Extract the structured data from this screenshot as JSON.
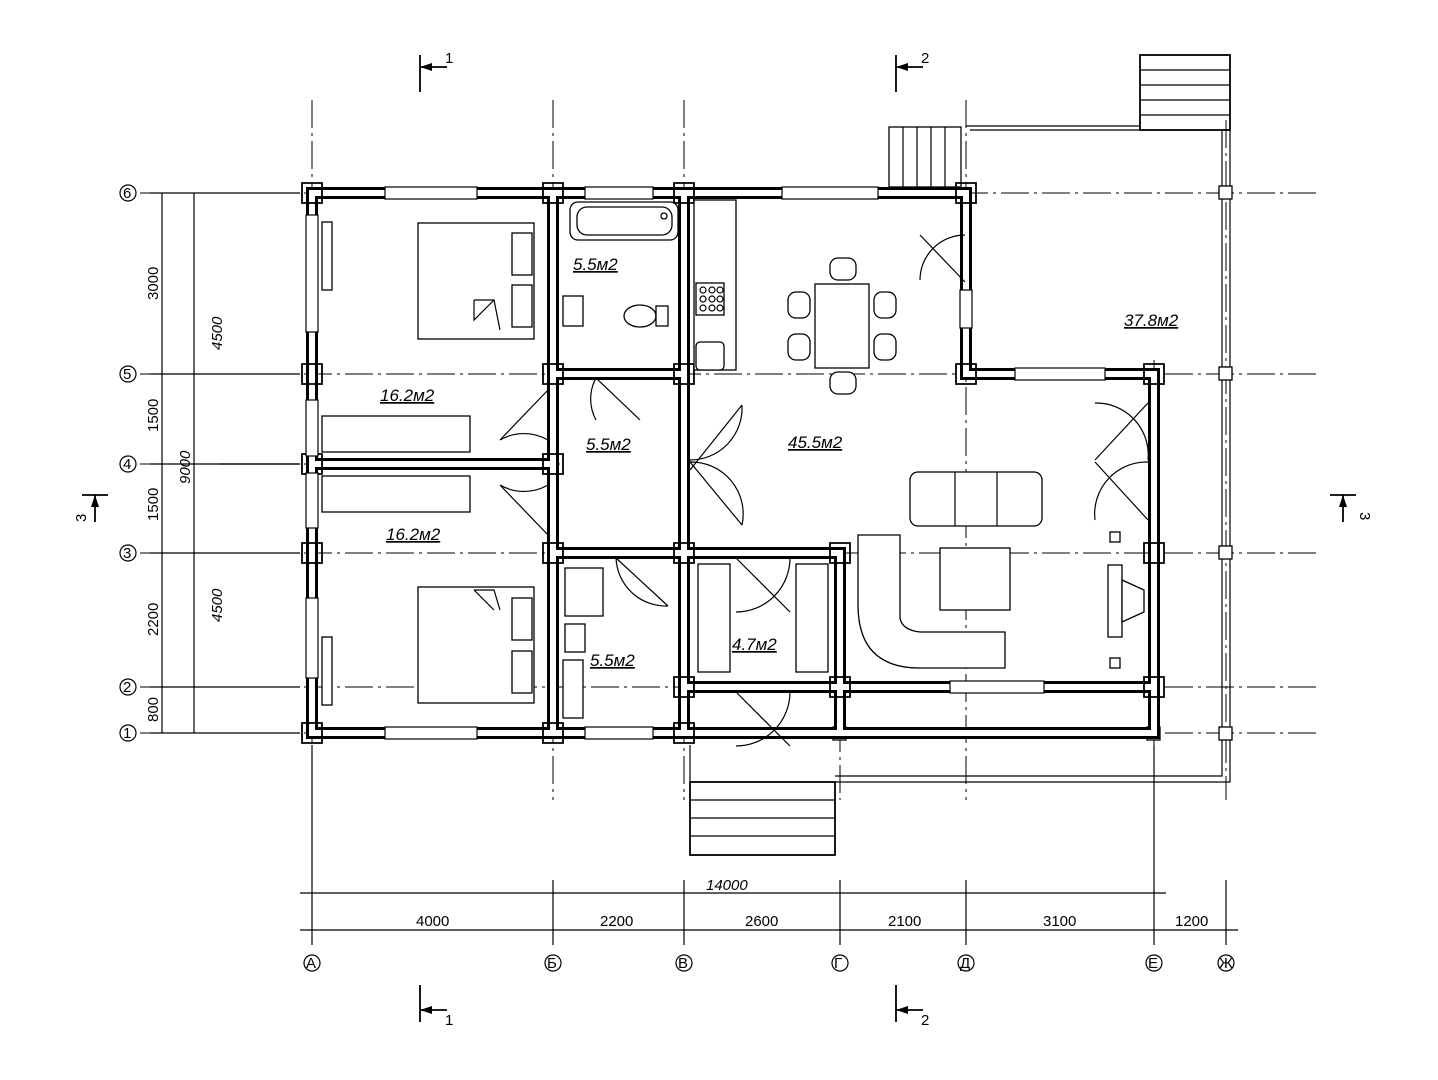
{
  "rooms": [
    {
      "key": "bed_top",
      "area": "16.2м2"
    },
    {
      "key": "bath",
      "area": "5.5м2"
    },
    {
      "key": "living",
      "area": "45.5м2"
    },
    {
      "key": "terrace",
      "area": "37.8м2"
    },
    {
      "key": "hall",
      "area": "5.5м2"
    },
    {
      "key": "bed_bottom",
      "area": "16.2м2"
    },
    {
      "key": "storage",
      "area": "5.5м2"
    },
    {
      "key": "closet",
      "area": "4.7м2"
    }
  ],
  "axes_vertical": [
    "А",
    "Б",
    "В",
    "Г",
    "Д",
    "Е",
    "Ж"
  ],
  "axes_horizontal": [
    "6",
    "5",
    "4",
    "3",
    "2",
    "1"
  ],
  "dims_bottom": [
    "4000",
    "2200",
    "2600",
    "2100",
    "3100",
    "1200"
  ],
  "dim_total_bottom": "14000",
  "dims_left_inner": [
    "3000",
    "1500",
    "1500",
    "2200",
    "800"
  ],
  "dims_left_outer": [
    "4500",
    "4500"
  ],
  "dim_total_left": "9000",
  "sections": [
    "1",
    "2",
    "3"
  ]
}
